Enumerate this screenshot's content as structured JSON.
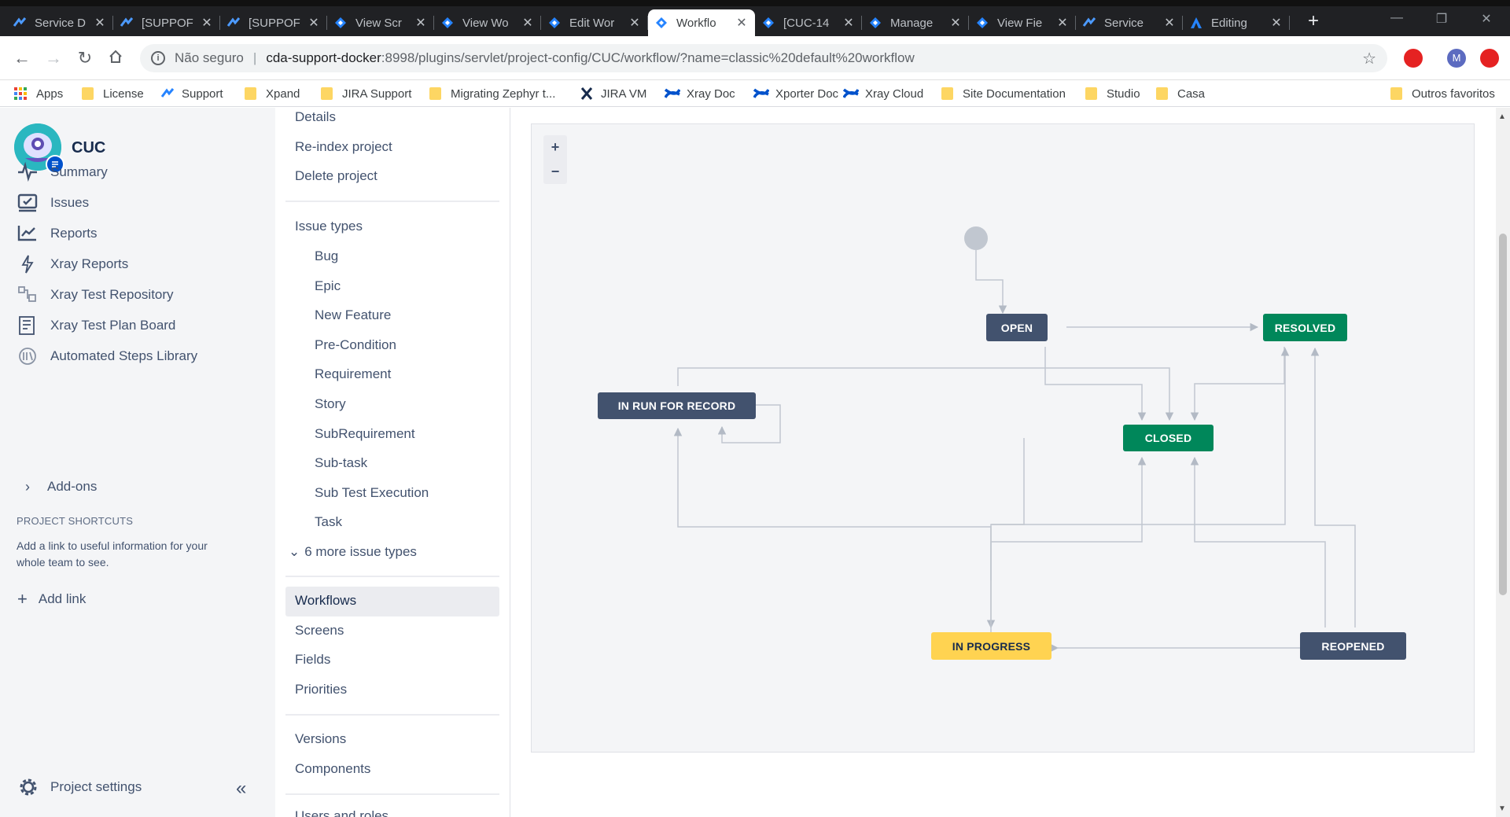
{
  "browser": {
    "tabs": [
      {
        "label": "Service D",
        "icon": "jira-service-icon"
      },
      {
        "label": "[SUPPOF",
        "icon": "jira-service-icon"
      },
      {
        "label": "[SUPPOF",
        "icon": "jira-service-icon"
      },
      {
        "label": "View Scr",
        "icon": "jira-diamond-icon"
      },
      {
        "label": "View Wo",
        "icon": "jira-diamond-icon"
      },
      {
        "label": "Edit Wor",
        "icon": "jira-diamond-icon"
      },
      {
        "label": "Workflo",
        "icon": "jira-diamond-icon",
        "active": true
      },
      {
        "label": "[CUC-14",
        "icon": "jira-diamond-icon"
      },
      {
        "label": "Manage",
        "icon": "jira-diamond-icon"
      },
      {
        "label": "View Fie",
        "icon": "jira-diamond-icon"
      },
      {
        "label": "Service",
        "icon": "jira-service-icon"
      },
      {
        "label": "Editing",
        "icon": "atlassian-icon"
      }
    ],
    "close_glyph": "✕",
    "new_tab": "+",
    "address": {
      "security_label": "Não seguro",
      "separator": "|",
      "host": "cda-support-docker",
      "path": ":8998/plugins/servlet/project-config/CUC/workflow/?name=classic%20default%20workflow"
    },
    "bookmarks": [
      {
        "label": "Apps",
        "icon": "apps-grid-icon"
      },
      {
        "label": "License",
        "icon": "folder-icon"
      },
      {
        "label": "Support",
        "icon": "jira-service-icon"
      },
      {
        "label": "Xpand",
        "icon": "folder-icon"
      },
      {
        "label": "JIRA Support",
        "icon": "folder-icon"
      },
      {
        "label": "Migrating Zephyr t...",
        "icon": "folder-icon"
      },
      {
        "label": "JIRA VM",
        "icon": "xray-icon"
      },
      {
        "label": "Xray Doc",
        "icon": "confluence-icon"
      },
      {
        "label": "Xporter Doc",
        "icon": "confluence-icon"
      },
      {
        "label": "Xray Cloud",
        "icon": "confluence-icon"
      },
      {
        "label": "Site Documentation",
        "icon": "folder-icon"
      },
      {
        "label": "Studio",
        "icon": "folder-icon"
      },
      {
        "label": "Casa",
        "icon": "folder-icon"
      },
      {
        "label": "Outros favoritos",
        "icon": "folder-icon"
      }
    ],
    "profile_initial": "M"
  },
  "project": {
    "name": "CUC"
  },
  "sidebar": {
    "items": [
      {
        "label": "Summary",
        "icon": "activity-icon"
      },
      {
        "label": "Issues",
        "icon": "issues-icon"
      },
      {
        "label": "Reports",
        "icon": "reports-icon"
      },
      {
        "label": "Xray Reports",
        "icon": "lightning-icon"
      },
      {
        "label": "Xray Test Repository",
        "icon": "repository-icon"
      },
      {
        "label": "Xray Test Plan Board",
        "icon": "board-icon"
      },
      {
        "label": "Automated Steps Library",
        "icon": "library-icon"
      }
    ],
    "addons": "Add-ons",
    "shortcuts_heading": "PROJECT SHORTCUTS",
    "shortcuts_desc": "Add a link to useful information for your whole team to see.",
    "add_link": "Add link",
    "project_settings": "Project settings"
  },
  "admin": {
    "top_items": [
      "Details",
      "Re-index project",
      "Delete project"
    ],
    "issue_types_heading": "Issue types",
    "issue_types": [
      "Bug",
      "Epic",
      "New Feature",
      "Pre-Condition",
      "Requirement",
      "Story",
      "SubRequirement",
      "Sub-task",
      "Sub Test Execution",
      "Task"
    ],
    "more_types": "6 more issue types",
    "workflows": "Workflows",
    "config_items": [
      "Screens",
      "Fields",
      "Priorities"
    ],
    "release_items": [
      "Versions",
      "Components"
    ],
    "cut_item": "Users and roles"
  },
  "workflow": {
    "zoom_in": "+",
    "zoom_out": "−",
    "statuses": {
      "open": "OPEN",
      "resolved": "RESOLVED",
      "in_run": "IN RUN FOR RECORD",
      "closed": "CLOSED",
      "in_progress": "IN PROGRESS",
      "reopened": "REOPENED"
    },
    "colors": {
      "todo": "#42526e",
      "done": "#00875a",
      "in_progress": "#ffd351",
      "line": "#c1c7d0"
    }
  }
}
